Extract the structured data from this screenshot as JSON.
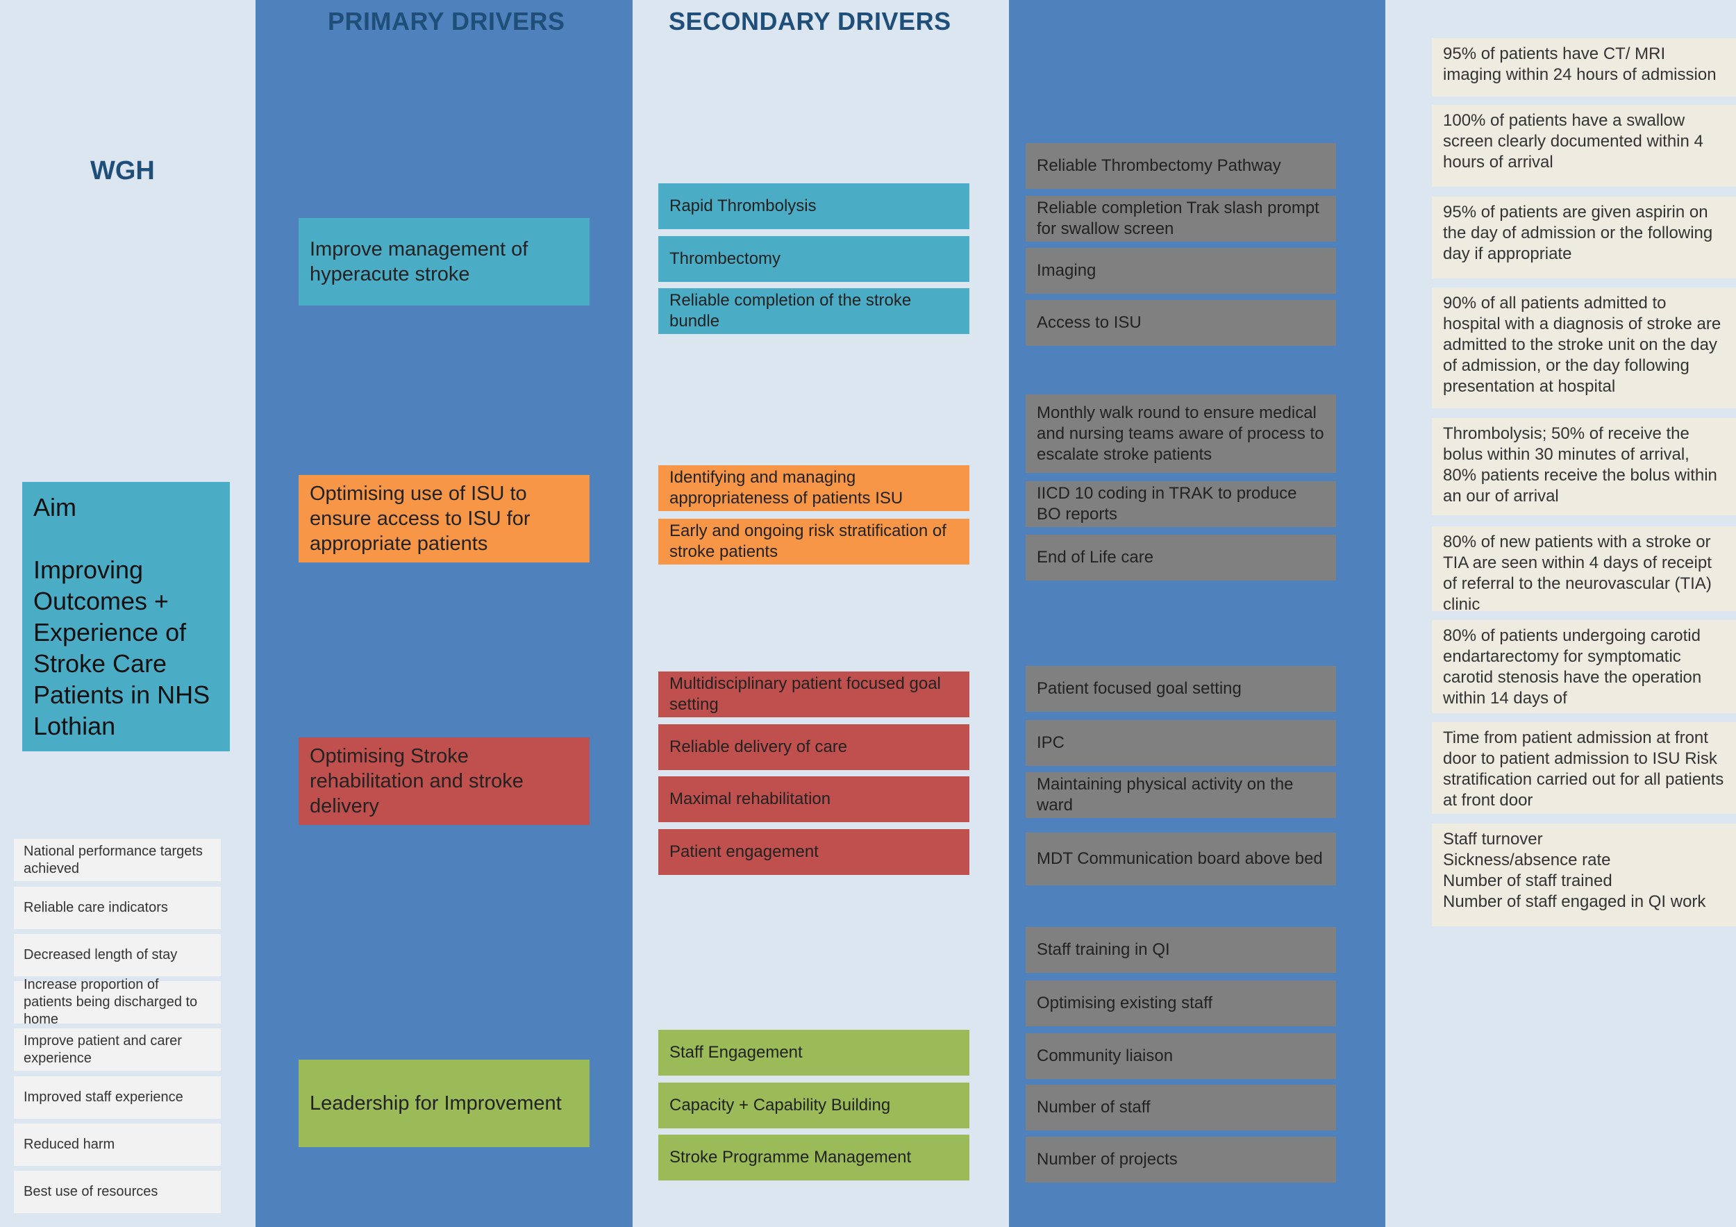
{
  "headers": {
    "primary": "PRIMARY DRIVERS",
    "secondary": "SECONDARY DRIVERS"
  },
  "site": "WGH",
  "aim": {
    "label": "Aim",
    "text": "Improving Outcomes + Experience of Stroke Care Patients in NHS Lothian"
  },
  "outcomes": [
    "National performance targets achieved",
    "Reliable care indicators",
    "Decreased length of stay",
    "Increase proportion of patients being discharged to home",
    "Improve patient and carer experience",
    "Improved staff experience",
    "Reduced harm",
    "Best use of resources"
  ],
  "primary_drivers": [
    "Improve management of hyperacute stroke",
    "Optimising use of ISU to ensure access to ISU for appropriate patients",
    "Optimising Stroke rehabilitation and stroke delivery",
    "Leadership for Improvement"
  ],
  "secondary_drivers": {
    "hyperacute": [
      "Rapid Thrombolysis",
      "Thrombectomy",
      "Reliable completion of the stroke bundle"
    ],
    "isu": [
      "Identifying and managing appropriateness of patients ISU",
      "Early and ongoing risk stratification of stroke patients"
    ],
    "rehab": [
      "Multidisciplinary patient focused goal setting",
      "Reliable delivery of care",
      "Maximal rehabilitation",
      "Patient engagement"
    ],
    "leadership": [
      "Staff Engagement",
      "Capacity + Capability Building",
      "Stroke Programme  Management"
    ]
  },
  "change_ideas": [
    "Reliable Thrombectomy Pathway",
    "Reliable completion Trak slash prompt for swallow screen",
    "Imaging",
    "Access to ISU",
    "Monthly walk round  to ensure medical and nursing teams aware of process to escalate stroke patients",
    "IICD 10 coding in TRAK to produce BO reports",
    "End of Life care",
    "Patient focused goal setting",
    "IPC",
    "Maintaining physical activity on the ward",
    "MDT Communication board above bed",
    "Staff training in QI",
    "Optimising existing staff",
    "Community liaison",
    "Number of staff",
    "Number of projects"
  ],
  "measures": [
    "95% of patients have CT/ MRI imaging within 24 hours of admission",
    "100% of patients have a swallow screen clearly documented within 4 hours of arrival",
    "95% of patients are given aspirin on the day of admission or the following day if appropriate",
    "90% of all patients admitted to hospital with a diagnosis of stroke are admitted to the stroke unit on the day of admission, or the day following presentation at hospital",
    "Thrombolysis; 50% of receive the bolus within 30 minutes of arrival, 80% patients receive the bolus within an our of arrival",
    "80% of new patients with a stroke or TIA are seen within 4 days of receipt of referral to the neurovascular (TIA) clinic",
    "80% of patients undergoing carotid endartarectomy for symptomatic carotid stenosis have the operation within 14 days of",
    "Time from patient admission at front door to patient admission to ISU Risk stratification carried out for all patients at front door",
    "Staff turnover\nSickness/absence rate\nNumber of staff trained\nNumber of staff engaged in QI work"
  ],
  "colors": {
    "background": "#dce6f1",
    "column_blue": "#4f81bd",
    "header_text": "#1f4e79",
    "teal": "#4bacc6",
    "orange": "#f79646",
    "red": "#c0504d",
    "green": "#9bbb59",
    "gray": "#808080",
    "measure_bg": "#eeece1",
    "outcome_bg": "#f2f2f2"
  }
}
